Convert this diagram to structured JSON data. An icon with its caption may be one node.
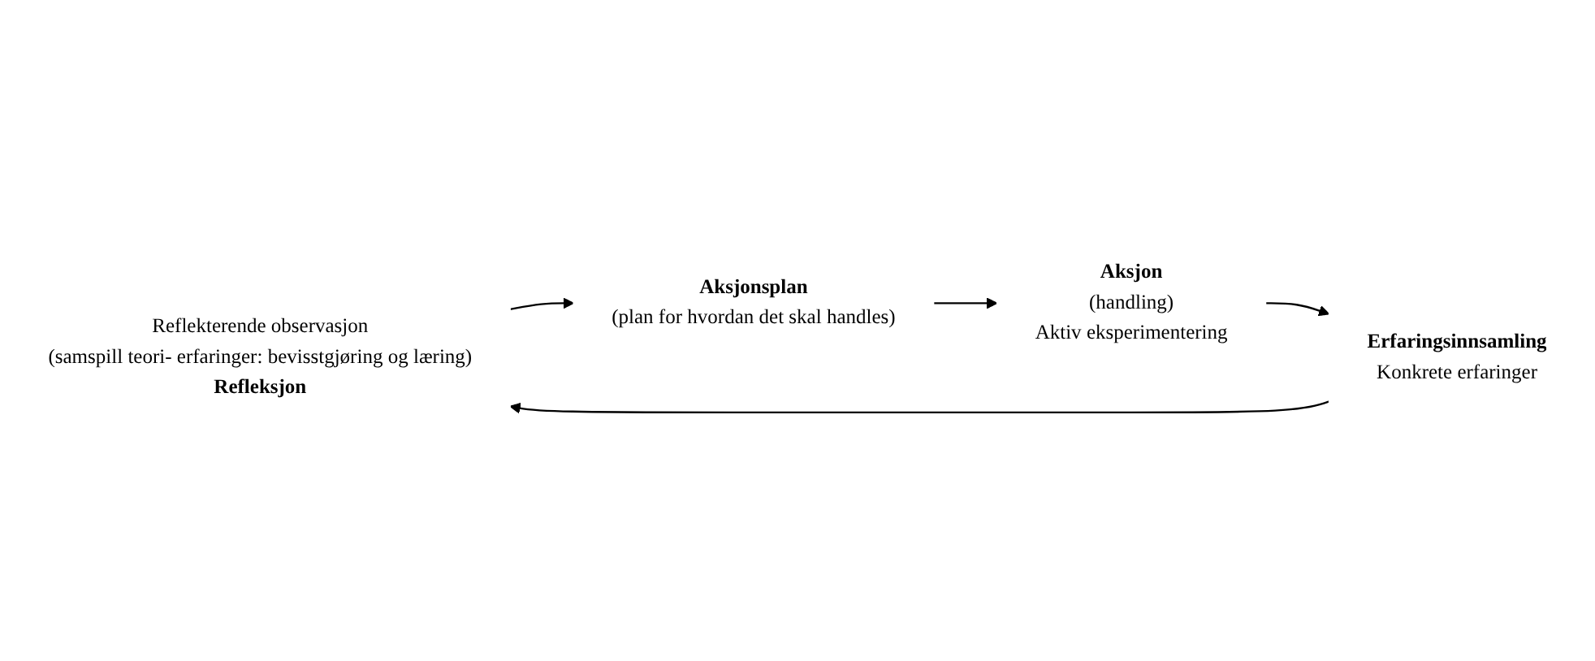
{
  "diagram": {
    "nodes": [
      {
        "text": [
          "Reflekterende observasjon",
          "(samspill teori- erfaringer: bevisstgjøring og læring)",
          "Refleksjon"
        ]
      },
      {
        "text": [
          "Aksjonsplan",
          "(plan for hvordan det skal handles)"
        ]
      },
      {
        "text": [
          "Aksjon",
          "(handling)",
          "Aktiv eksperimentering"
        ]
      },
      {
        "text": [
          "Erfaringsinnsamling",
          "Konkrete erfaringer"
        ]
      }
    ],
    "edges": [
      {
        "from": 0,
        "to": 1,
        "arrow": "to"
      },
      {
        "from": 1,
        "to": 2,
        "arrow": "to"
      },
      {
        "from": 2,
        "to": 3,
        "arrow": "to"
      },
      {
        "from": 3,
        "to": 0,
        "arrow": "to"
      }
    ]
  }
}
